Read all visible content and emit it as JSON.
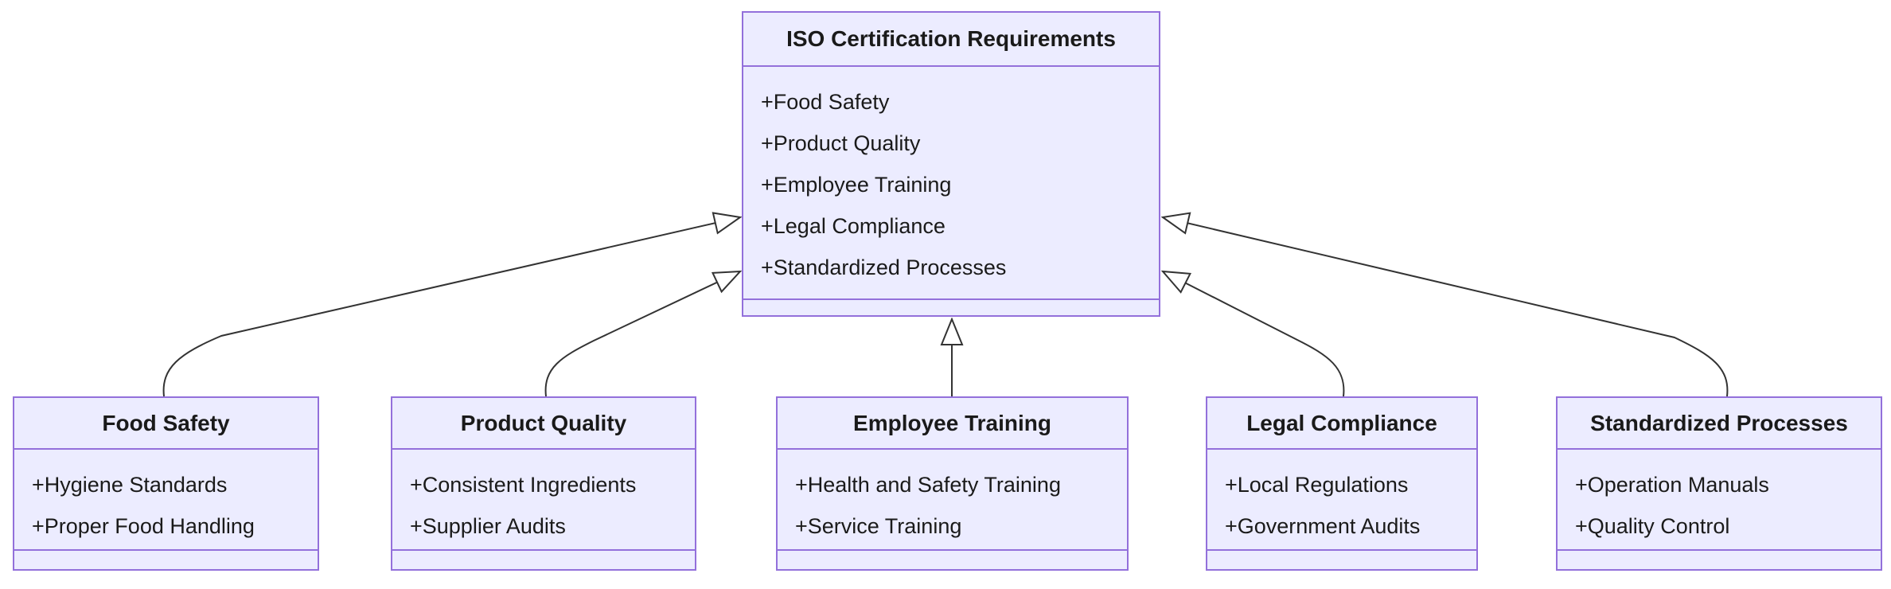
{
  "diagram": {
    "type": "uml-class-inheritance-diagram",
    "parent": {
      "title": "ISO Certification Requirements",
      "members": [
        "+Food Safety",
        "+Product Quality",
        "+Employee Training",
        "+Legal Compliance",
        "+Standardized Processes"
      ]
    },
    "children": [
      {
        "title": "Food Safety",
        "members": [
          "+Hygiene Standards",
          "+Proper Food Handling"
        ]
      },
      {
        "title": "Product Quality",
        "members": [
          "+Consistent Ingredients",
          "+Supplier Audits"
        ]
      },
      {
        "title": "Employee Training",
        "members": [
          "+Health and Safety Training",
          "+Service Training"
        ]
      },
      {
        "title": "Legal Compliance",
        "members": [
          "+Local Regulations",
          "+Government Audits"
        ]
      },
      {
        "title": "Standardized Processes",
        "members": [
          "+Operation Manuals",
          "+Quality Control"
        ]
      }
    ],
    "relations": [
      {
        "from": "Food Safety",
        "to": "ISO Certification Requirements",
        "type": "inheritance"
      },
      {
        "from": "Product Quality",
        "to": "ISO Certification Requirements",
        "type": "inheritance"
      },
      {
        "from": "Employee Training",
        "to": "ISO Certification Requirements",
        "type": "inheritance"
      },
      {
        "from": "Legal Compliance",
        "to": "ISO Certification Requirements",
        "type": "inheritance"
      },
      {
        "from": "Standardized Processes",
        "to": "ISO Certification Requirements",
        "type": "inheritance"
      }
    ],
    "colors": {
      "node_fill": "#ECECFF",
      "node_border": "#9370DB",
      "edge_line": "#333333",
      "arrowhead_fill": "#ffffff",
      "text": "#1a1a1a",
      "background": "#ffffff"
    }
  }
}
